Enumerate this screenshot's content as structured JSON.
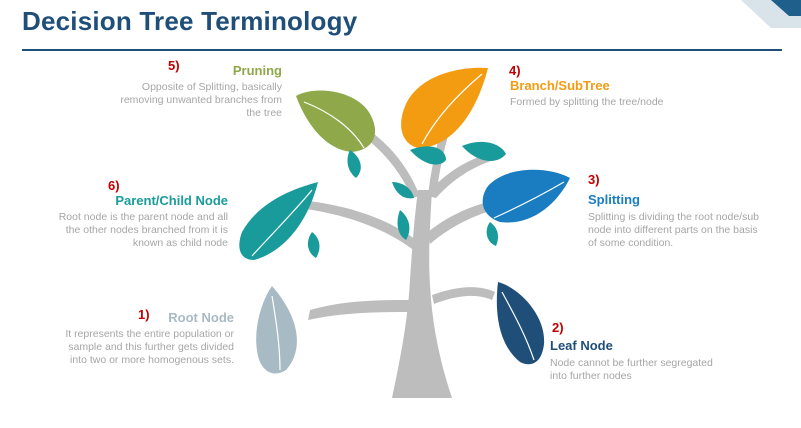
{
  "title": "Decision Tree Terminology",
  "items": [
    {
      "number": "5)",
      "heading": "Pruning",
      "color": "#8fa84a",
      "lines": [
        "Opposite of Splitting, basically",
        "removing unwanted branches from",
        "the tree"
      ]
    },
    {
      "number": "4)",
      "heading": "Branch/SubTree",
      "color": "#f39c12",
      "lines": [
        "Formed by splitting the tree/node"
      ]
    },
    {
      "number": "6)",
      "heading": "Parent/Child Node",
      "color": "#1a9b9b",
      "lines": [
        "Root node is the parent node and all",
        "the other nodes branched from it is",
        "known as child node"
      ]
    },
    {
      "number": "3)",
      "heading": "Splitting",
      "color": "#1a7dc2",
      "lines": [
        "Splitting is dividing the root node/sub",
        "node into different parts on the basis",
        "of some condition."
      ]
    },
    {
      "number": "1)",
      "heading": "Root Node",
      "color": "#a8bac4",
      "lines": [
        "It represents the entire  population or",
        "sample  and this further gets divided",
        "into two or more homogenous sets."
      ]
    },
    {
      "number": "2)",
      "heading": "Leaf Node",
      "color": "#1f4e79",
      "lines": [
        "Node cannot be further segregated",
        "into further nodes"
      ]
    }
  ]
}
